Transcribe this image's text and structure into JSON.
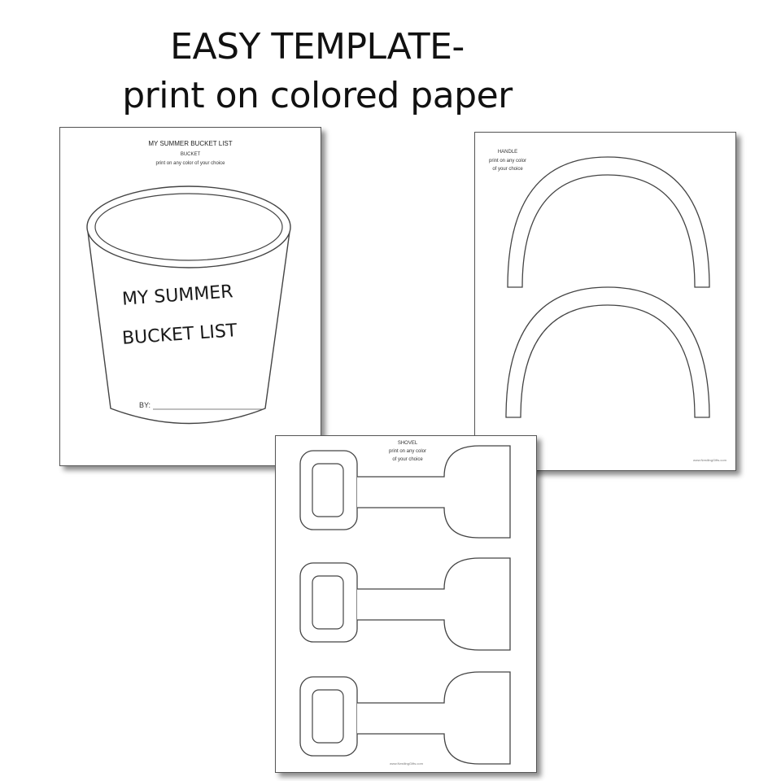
{
  "headline": {
    "line1": "EASY TEMPLATE-",
    "line2": "print on colored paper"
  },
  "bucket_sheet": {
    "title": "MY SUMMER BUCKET LIST",
    "subtitle": "BUCKET",
    "instruction": "print on any color of your choice",
    "bucket_line1": "MY SUMMER",
    "bucket_line2": "BUCKET LIST",
    "by_label": "BY:"
  },
  "handle_sheet": {
    "title": "HANDLE",
    "instruction_line1": "print on any color",
    "instruction_line2": "of your choice",
    "footer": "www.NestlingGifts.com"
  },
  "shovel_sheet": {
    "title": "SHOVEL",
    "instruction_line1": "print on any color",
    "instruction_line2": "of your choice",
    "footer": "www.NestlingGifts.com"
  },
  "colors": {
    "outline": "#444444",
    "sheet_border": "#555555"
  }
}
